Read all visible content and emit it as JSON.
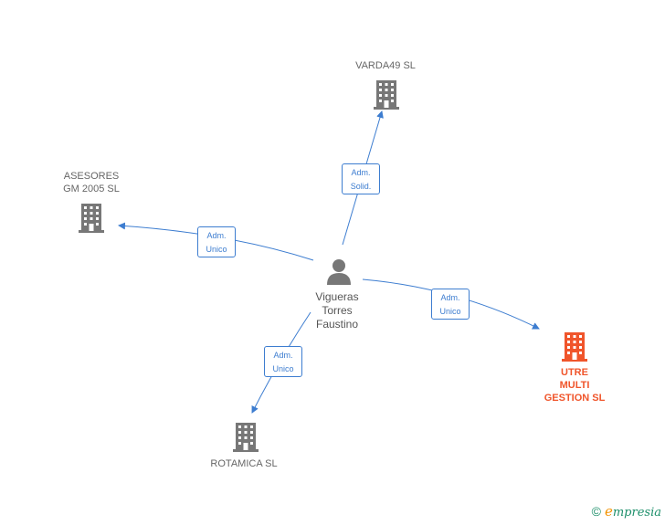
{
  "nodes": {
    "varda49": {
      "label": "VARDA49 SL"
    },
    "asesores": {
      "label": "ASESORES\nGM 2005 SL"
    },
    "utre": {
      "label": "UTRE\nMULTI\nGESTION SL"
    },
    "rotamica": {
      "label": "ROTAMICA SL"
    },
    "person": {
      "label": "Vigueras\nTorres\nFaustino"
    }
  },
  "edges": {
    "to_varda49": {
      "label": "Adm.\nSolid."
    },
    "to_asesores": {
      "label": "Adm.\nUnico"
    },
    "to_utre": {
      "label": "Adm.\nUnico"
    },
    "to_rotamica": {
      "label": "Adm.\nUnico"
    }
  },
  "colors": {
    "company": "#777777",
    "main_company": "#f0552b",
    "person": "#777777",
    "edge": "#3d7dd0"
  },
  "brand": {
    "copyright": "©",
    "e": "e",
    "rest": "mpresia"
  }
}
